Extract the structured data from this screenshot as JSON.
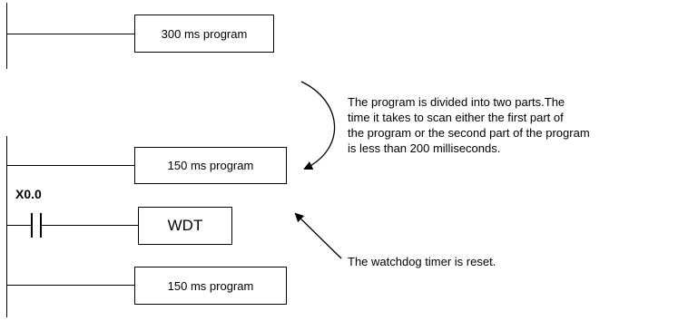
{
  "top_block": {
    "label": "300 ms program"
  },
  "middle_block": {
    "label": "150 ms program"
  },
  "contact": {
    "label": "X0.0"
  },
  "wdt_block": {
    "label": "WDT"
  },
  "bottom_block": {
    "label": "150 ms program"
  },
  "annotations": {
    "division_note": {
      "lines": [
        "The program is divided into two parts.The",
        "time it takes to scan either the first part of",
        "the program or the second part of the program",
        "is less than 200 milliseconds."
      ]
    },
    "reset_note": {
      "text": "The watchdog timer is reset."
    }
  }
}
